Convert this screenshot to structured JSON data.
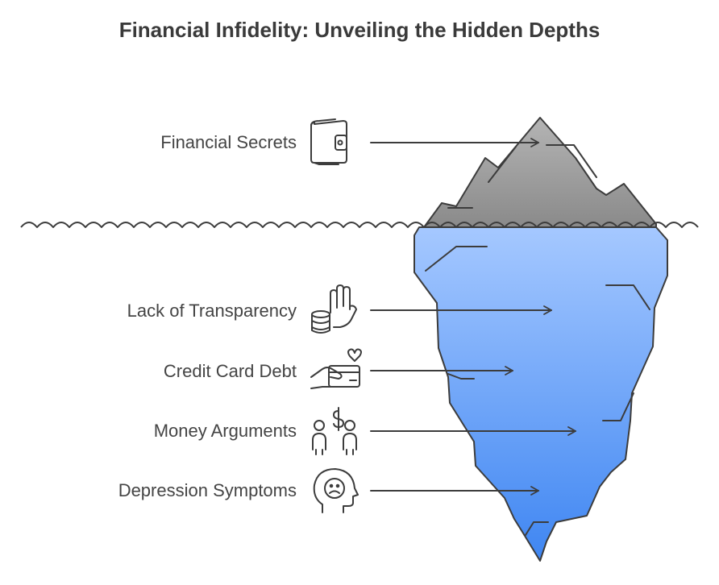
{
  "title": "Financial Infidelity: Unveiling the Hidden Depths",
  "items": [
    {
      "label": "Financial Secrets",
      "icon": "wallet-icon"
    },
    {
      "label": "Lack of Transparency",
      "icon": "hand-coins-icon"
    },
    {
      "label": "Credit Card Debt",
      "icon": "credit-card-heart-icon"
    },
    {
      "label": "Money Arguments",
      "icon": "people-dollar-icon"
    },
    {
      "label": "Depression Symptoms",
      "icon": "sad-head-icon"
    }
  ],
  "colors": {
    "above_water_top": "#b4b4b4",
    "above_water_bottom": "#8a8a8a",
    "below_water_top": "#a5c8ff",
    "below_water_bottom": "#3f86f2",
    "stroke": "#3c3c3c",
    "text": "#444444"
  }
}
